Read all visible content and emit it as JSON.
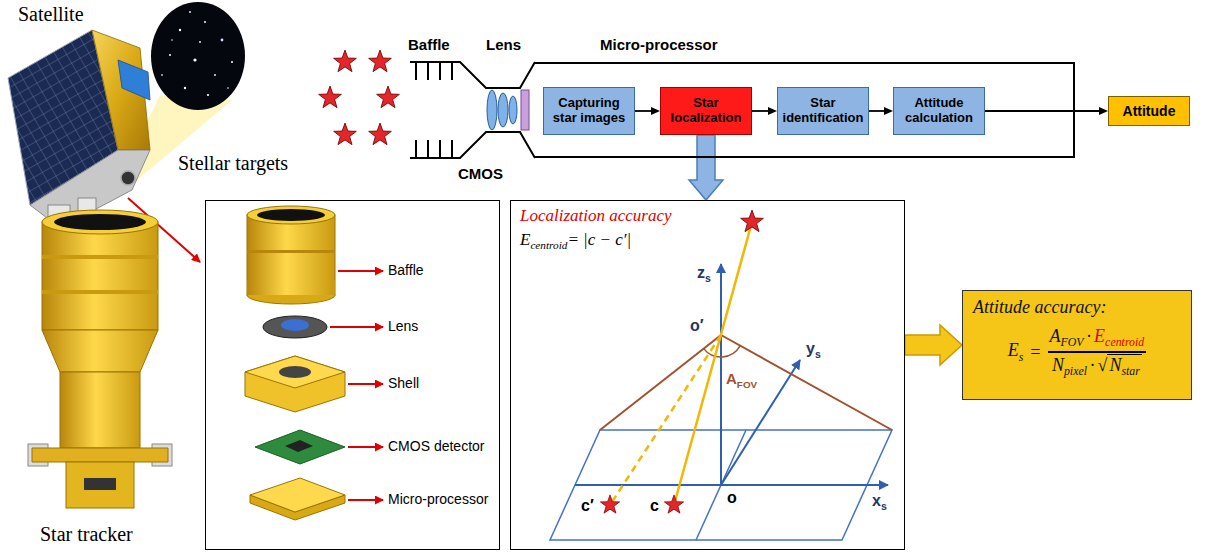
{
  "diagram": {
    "nodes": [
      {
        "text": [
          "Micro-processor"
        ]
      },
      {
        "text": [
          "Capturing star images"
        ],
        "in": 0
      },
      {
        "text": [
          "Star localization"
        ],
        "in": 0
      },
      {
        "text": [
          "Star identification"
        ],
        "in": 0
      },
      {
        "text": [
          "Attitude calculation"
        ],
        "in": 0
      },
      {
        "text": [
          "Attitude"
        ]
      },
      {
        "text": [
          "Baffle",
          "Lens",
          "Shell",
          "CMOS detector",
          "Micro-processor"
        ]
      },
      {
        "text": [
          "Localization accuracy",
          "E",
          "centroid",
          "= |c − c′|",
          "z",
          "s",
          "o′",
          "A",
          "FOV",
          "y",
          "s",
          "x",
          "s",
          "c′",
          "c",
          "o"
        ]
      },
      {
        "text": [
          "Attitude accuracy:",
          "E",
          "s",
          "=",
          "A",
          "FOV",
          "·",
          "E",
          "centroid",
          "N",
          "pixel",
          "·",
          "√",
          "N",
          "star"
        ]
      }
    ],
    "edges": [
      {
        "from": 1,
        "to": 2,
        "arrow": "to"
      },
      {
        "from": 2,
        "to": 3,
        "arrow": "to"
      },
      {
        "from": 3,
        "to": 4,
        "arrow": "to"
      },
      {
        "from": 4,
        "to": 5,
        "arrow": "to"
      },
      {
        "from": 2,
        "to": 7,
        "arrow": "to"
      },
      {
        "from": 7,
        "to": 8,
        "arrow": "to"
      }
    ],
    "labels": [
      "Satellite",
      "Stellar targets",
      "Baffle",
      "Lens",
      "CMOS",
      "Star tracker"
    ]
  }
}
